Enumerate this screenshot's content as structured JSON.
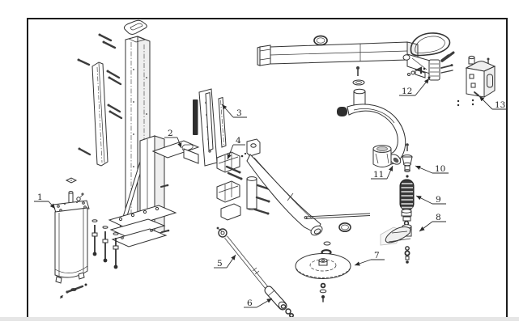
{
  "colors": {
    "line": "#333333",
    "dark_fill": "#2e2e2e",
    "light_fill": "#efefef",
    "ghost": "#bdbdbd",
    "frame_border": "#1c1c1c",
    "page_edge_strip": "#e6e6e6",
    "background": "#ffffff"
  },
  "diagram": {
    "type": "exploded-parts-diagram",
    "callouts": [
      {
        "label": "1"
      },
      {
        "label": "2"
      },
      {
        "label": "3"
      },
      {
        "label": "4"
      },
      {
        "label": "5"
      },
      {
        "label": "6"
      },
      {
        "label": "7"
      },
      {
        "label": "8"
      },
      {
        "label": "9"
      },
      {
        "label": "10"
      },
      {
        "label": "11"
      },
      {
        "label": "12"
      },
      {
        "label": "13"
      }
    ]
  }
}
